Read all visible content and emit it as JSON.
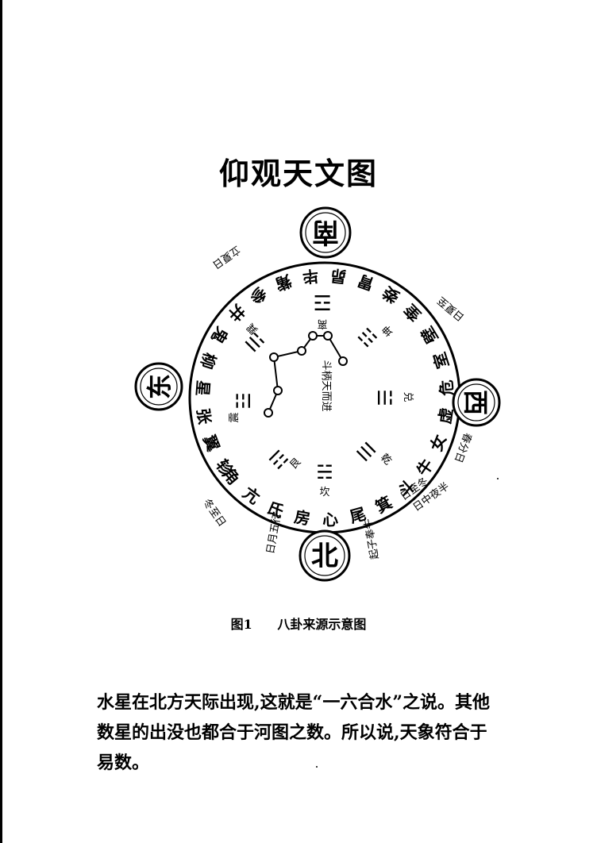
{
  "title": "仰观天文图",
  "directions": {
    "south": "南",
    "east": "东",
    "west": "西",
    "north": "北"
  },
  "mansions": [
    "轸",
    "翼",
    "张",
    "星",
    "柳",
    "鬼",
    "井",
    "参",
    "觜",
    "毕",
    "昴",
    "胃",
    "娄",
    "奎",
    "壁",
    "室",
    "危",
    "虚",
    "女",
    "牛",
    "斗",
    "箕",
    "尾",
    "心",
    "房",
    "氐",
    "亢",
    "角"
  ],
  "trigrams": {
    "li": {
      "name": "离",
      "symbol": "☲"
    },
    "kun": {
      "name": "坤",
      "symbol": "☷"
    },
    "dui": {
      "name": "兑",
      "symbol": "☱"
    },
    "qian": {
      "name": "乾",
      "symbol": "☰"
    },
    "kan": {
      "name": "坎",
      "symbol": "☵"
    },
    "gen": {
      "name": "艮",
      "symbol": "☶"
    },
    "zhen": {
      "name": "震",
      "symbol": "☳"
    },
    "xun": {
      "name": "巽",
      "symbol": "☴"
    }
  },
  "center_text": [
    "斗",
    "柄",
    "天",
    "而",
    "进"
  ],
  "outer_notes": {
    "southeast": "立夏日",
    "northeast": "日夏至",
    "east_west": "春分日",
    "northwest_a": "日至冬",
    "northwest_b": "日中夜半",
    "northeast_b": "冬至日",
    "bottom_left": "日月五行",
    "bottom_right": "起子奉牛"
  },
  "caption": {
    "number": "图1",
    "text": "八卦来源示意图"
  },
  "body": {
    "line1": "水星在北方天际出现,这就是“一六合水”之说。其他",
    "line2": "数星的出没也都合于河图之数。所以说,天象符合于",
    "line3": "易数。"
  }
}
